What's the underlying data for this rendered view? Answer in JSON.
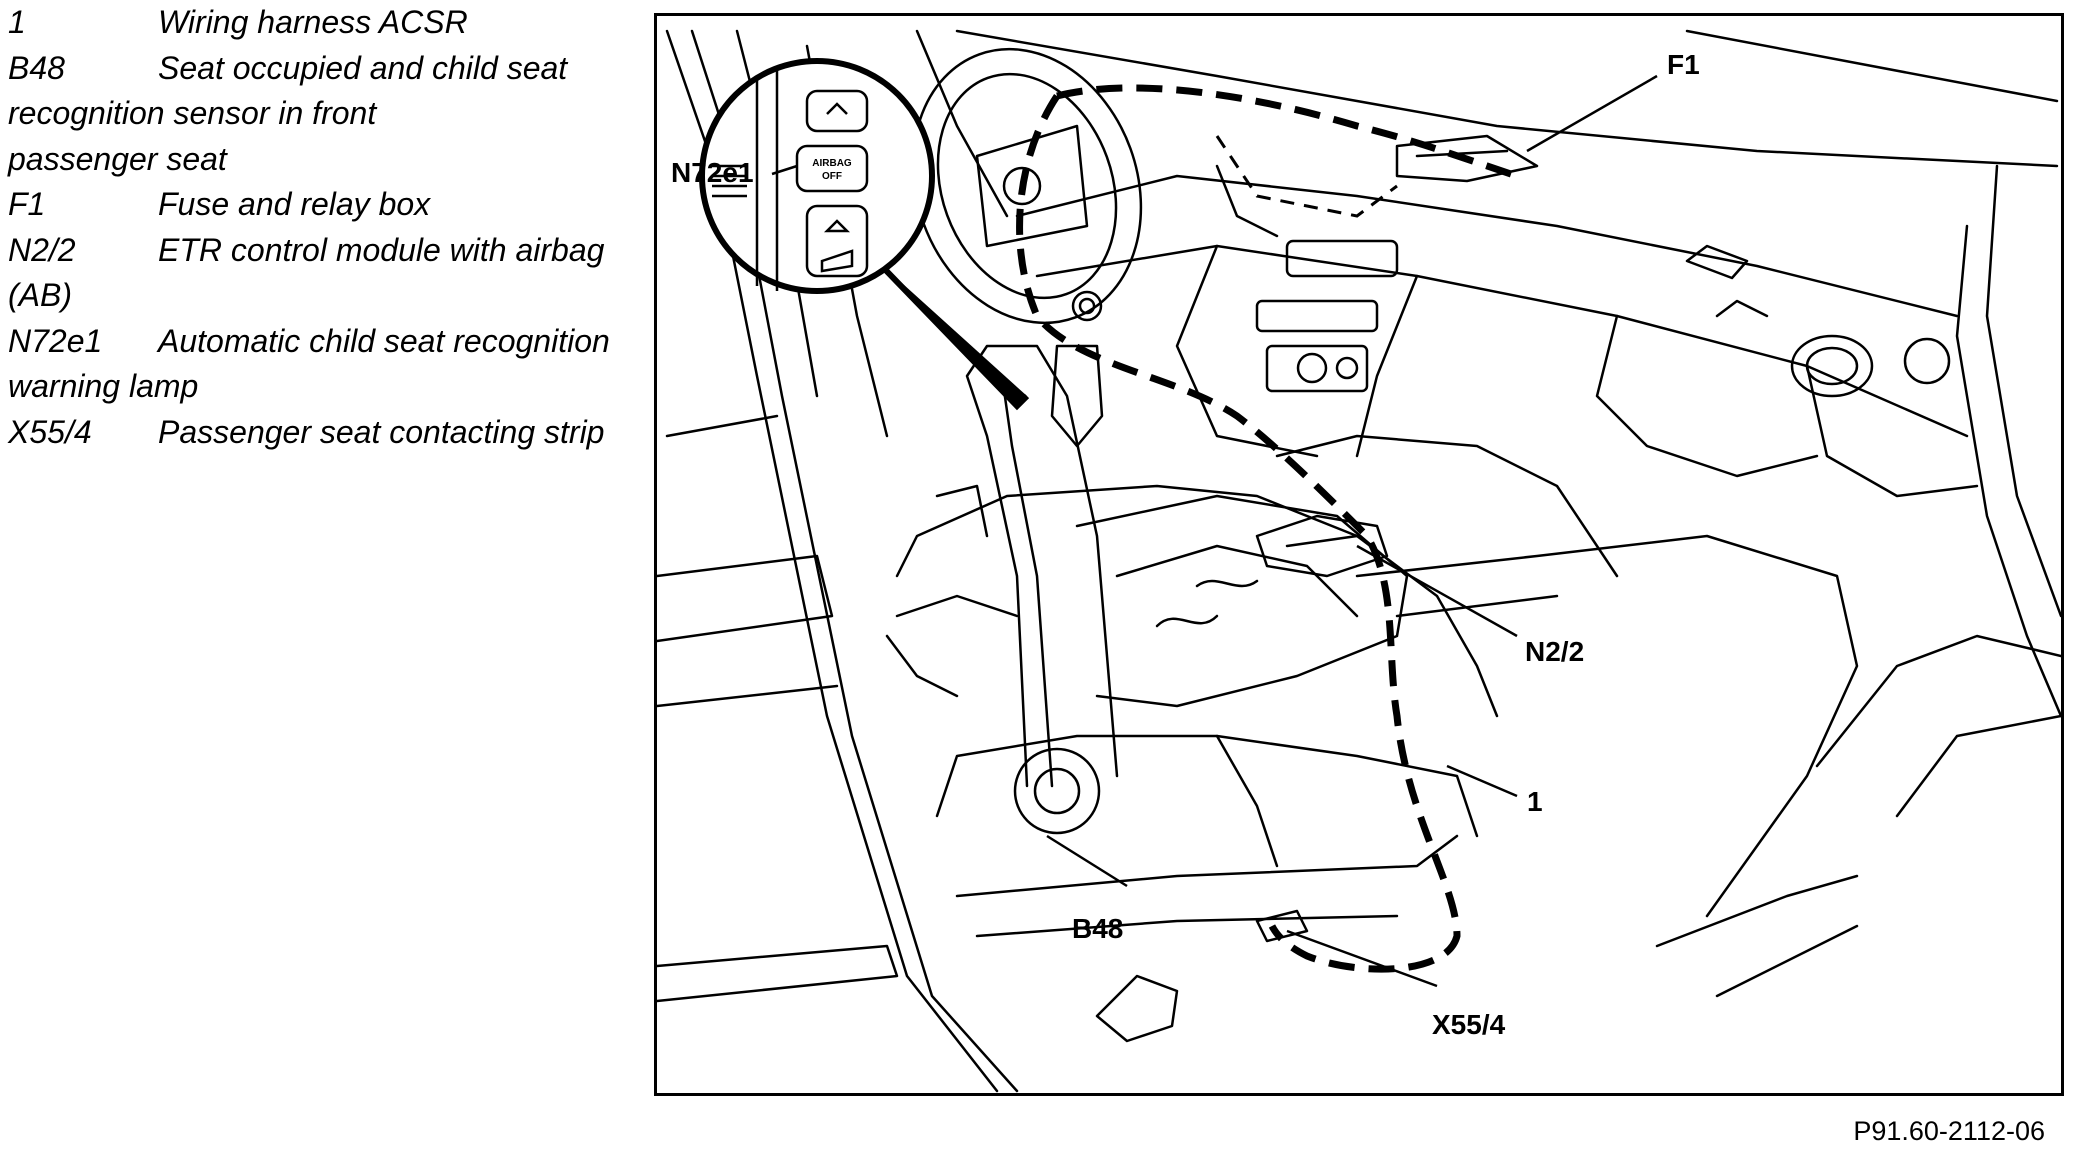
{
  "legend": [
    {
      "code": "1",
      "text": "Wiring harness ACSR"
    },
    {
      "code": "B48",
      "text": "Seat occupied and child seat",
      "cont": [
        "recognition sensor in front",
        "passenger seat"
      ]
    },
    {
      "code": "F1",
      "text": "Fuse and relay box"
    },
    {
      "code": "N2/2",
      "text": "ETR control module with airbag",
      "cont": [
        "(AB)"
      ]
    },
    {
      "code": "N72e1",
      "text": "Automatic child seat recognition",
      "cont": [
        "warning lamp"
      ]
    },
    {
      "code": "X55/4",
      "text": "Passenger seat contacting strip"
    }
  ],
  "callouts": {
    "f1": "F1",
    "n72e1": "N72e1",
    "n22": "N2/2",
    "one": "1",
    "b48": "B48",
    "x554": "X55/4"
  },
  "switch_text": {
    "line1": "AIRBAG",
    "line2": "OFF"
  },
  "figure_ref": "P91.60-2112-06"
}
